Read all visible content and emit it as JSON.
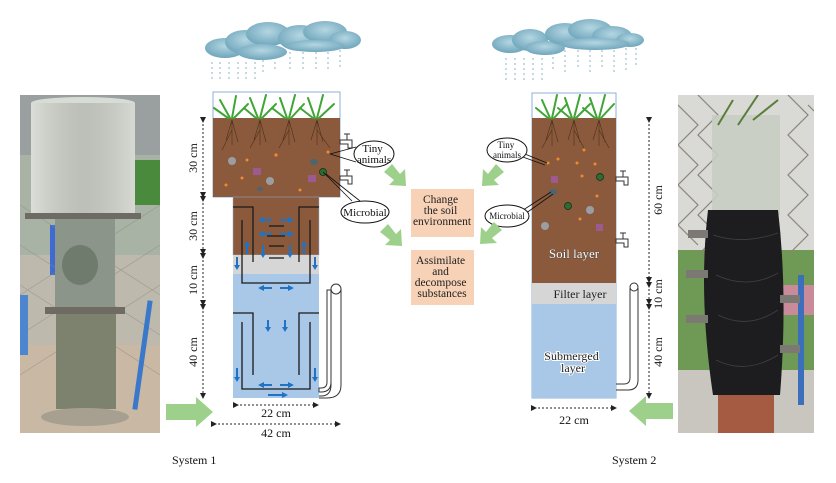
{
  "figure": {
    "captions": {
      "system1": "System 1",
      "system2": "System 2"
    },
    "center_boxes": [
      {
        "label_lines": [
          "Change",
          "the soil",
          "environment"
        ]
      },
      {
        "label_lines": [
          "Assimilate",
          "and",
          "decompose",
          "substances"
        ]
      }
    ],
    "system1": {
      "dimensions": {
        "top": "30 cm",
        "middle": "30 cm",
        "filter": "10 cm",
        "bottom": "40 cm",
        "inner_width": "22 cm",
        "outer_width": "42 cm"
      },
      "callouts": {
        "tiny_animals": [
          "Tiny",
          "animals"
        ],
        "microbial": "Microbial"
      }
    },
    "system2": {
      "dimensions": {
        "soil": "60 cm",
        "filter": "10 cm",
        "submerged": "40 cm",
        "width": "22 cm"
      },
      "layers": {
        "soil": "Soil layer",
        "filter": "Filter layer",
        "submerged": [
          "Submerged",
          "layer"
        ]
      },
      "callouts": {
        "tiny_animals": [
          "Tiny",
          "animals"
        ],
        "microbial": "Microbial"
      }
    },
    "icons": [
      "rain-cloud-icon",
      "grass-icon",
      "tap-icon",
      "flow-arrow-icon",
      "inflow-arrow-icon"
    ],
    "colors": {
      "soil": "#8b5a3c",
      "water": "#a9c8e8",
      "filter": "#d6d6d6",
      "process_box": "#f7d2b6",
      "green_arrow": "#9dd08a",
      "flow_arrow": "#1f73c4",
      "cloud": "#8fbfd0"
    }
  }
}
